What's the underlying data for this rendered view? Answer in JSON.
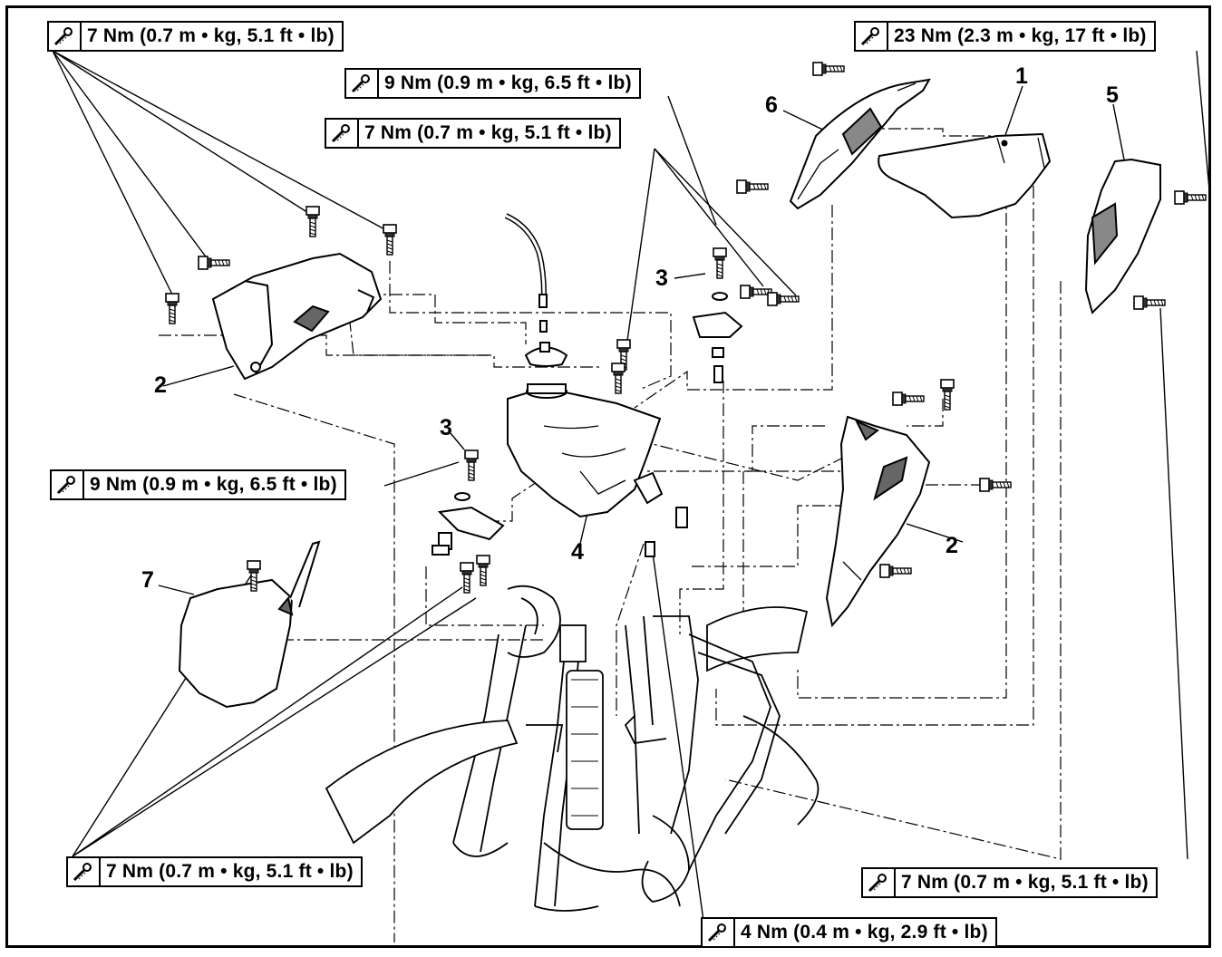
{
  "torque_specs": [
    {
      "id": "t1",
      "text": "7 Nm (0.7 m • kg, 5.1 ft • lb)"
    },
    {
      "id": "t2",
      "text": "9 Nm (0.9 m • kg, 6.5 ft • lb)"
    },
    {
      "id": "t3",
      "text": "7 Nm (0.7 m • kg, 5.1 ft • lb)"
    },
    {
      "id": "t4",
      "text": "23 Nm (2.3 m • kg, 17 ft • lb)"
    },
    {
      "id": "t5",
      "text": "9 Nm (0.9 m • kg, 6.5 ft • lb)"
    },
    {
      "id": "t6",
      "text": "7 Nm (0.7 m • kg, 5.1 ft • lb)"
    },
    {
      "id": "t7",
      "text": "7 Nm (0.7 m • kg, 5.1 ft • lb)"
    },
    {
      "id": "t8",
      "text": "4 Nm (0.4 m • kg, 2.9 ft • lb)"
    }
  ],
  "callouts": {
    "seat": "1",
    "shroud_left": "2",
    "shroud_right": "2",
    "bolt_top": "3",
    "bolt_left": "3",
    "fuel_tank": "4",
    "side_cover_right": "5",
    "side_cover_left": "6",
    "number_plate": "7"
  },
  "icon": "torque-wrench-icon",
  "colors": {
    "line": "#000000",
    "background": "#ffffff"
  }
}
